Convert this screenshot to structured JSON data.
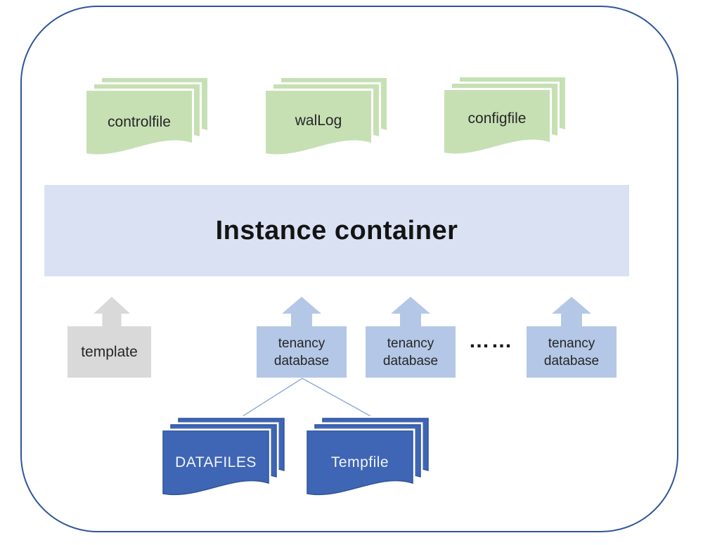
{
  "diagram": {
    "top_stacks": [
      {
        "label": "controlfile"
      },
      {
        "label": "walLog"
      },
      {
        "label": "configfile"
      }
    ],
    "instance_container": {
      "label": "Instance container"
    },
    "template": {
      "label": "template"
    },
    "tenancy": [
      {
        "line1": "tenancy",
        "line2": "database"
      },
      {
        "line1": "tenancy",
        "line2": "database"
      },
      {
        "line1": "tenancy",
        "line2": "database"
      }
    ],
    "ellipsis_label": "……",
    "bottom_stacks": [
      {
        "label": "DATAFILES"
      },
      {
        "label": "Tempfile"
      }
    ],
    "colors": {
      "frame_border": "#2f5597",
      "green_file": "#c6e0b4",
      "instance_bar": "#dae1f3",
      "tenancy_box": "#b4c7e7",
      "template_box": "#d9d9d9",
      "datafile_fill": "#3f65b5",
      "datafile_border": "#2f5597",
      "connector_line": "#8ea9db",
      "text_dark": "#262626",
      "text_light": "#f2f5fb"
    }
  }
}
